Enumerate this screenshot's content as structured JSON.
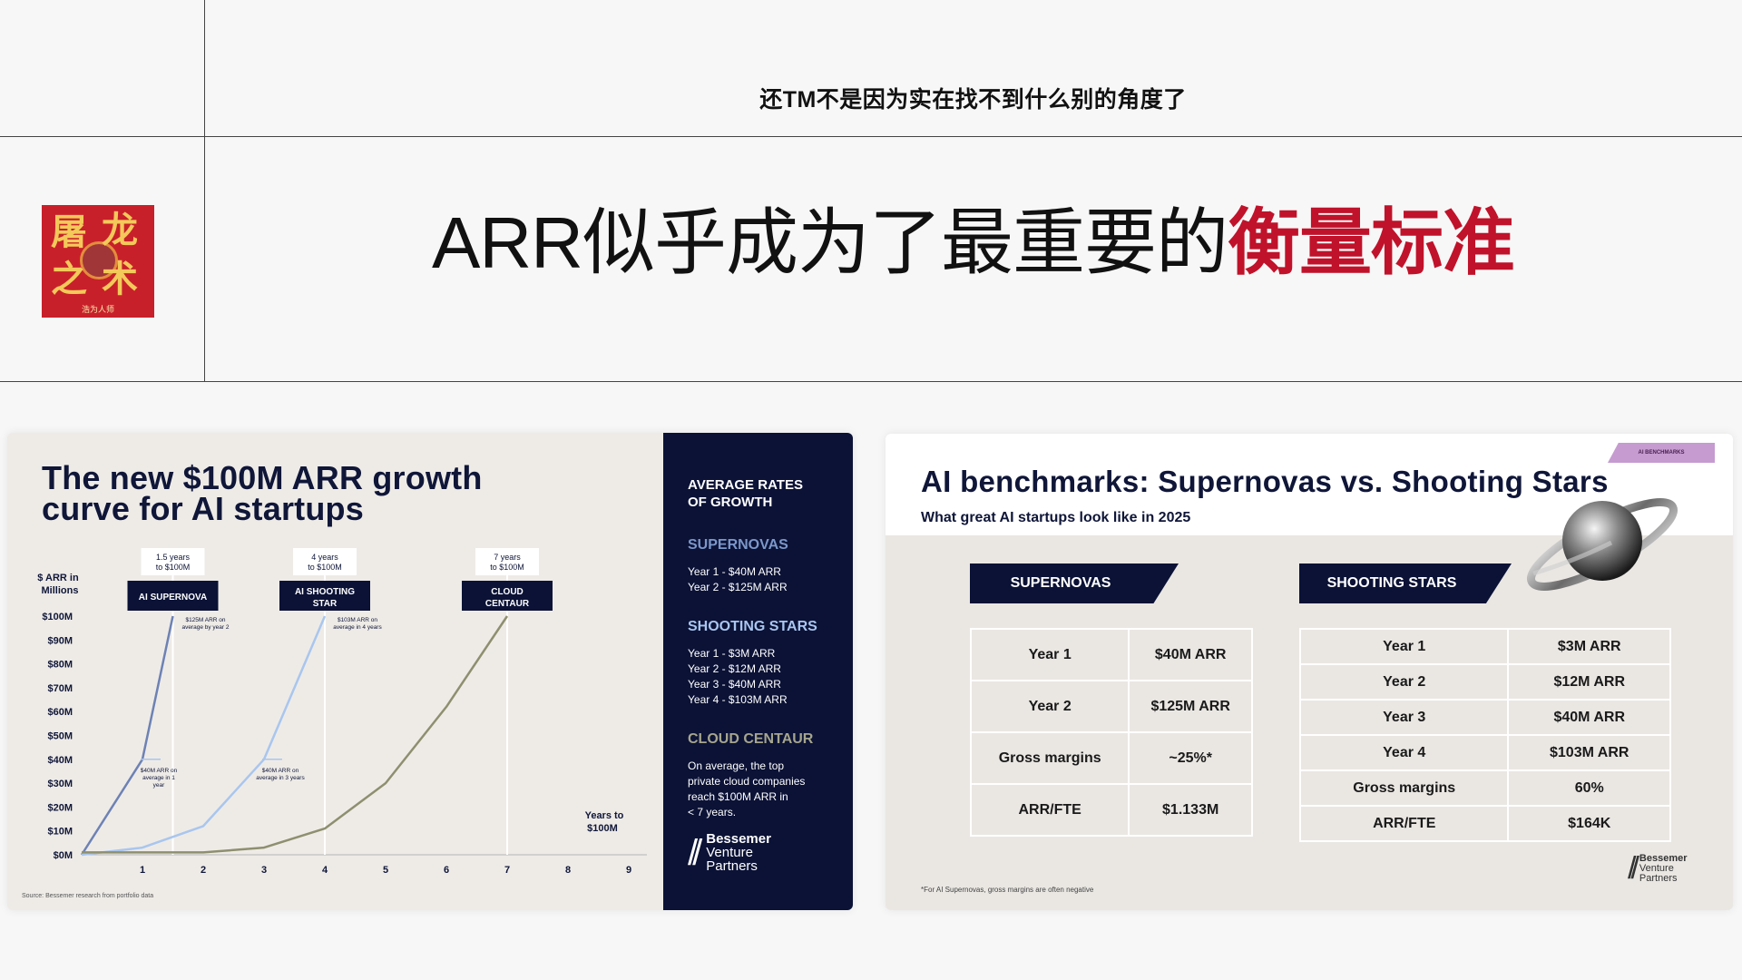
{
  "page": {
    "subtitle": "还TM不是因为实在找不到什么别的角度了",
    "headline_black": "ARR似乎成为了最重要的",
    "headline_red": "衡量标准",
    "logo": {
      "chars": [
        "屠",
        "龙",
        "之",
        "术"
      ],
      "caption": "浩为人师"
    }
  },
  "left_slide": {
    "title_line1": "The new $100M ARR growth",
    "title_line2": "curve for AI startups",
    "source": "Source: Bessemer research from portfolio data",
    "panel": {
      "heading_line1": "AVERAGE RATES",
      "heading_line2": "OF GROWTH",
      "supernovas": {
        "title": "SUPERNOVAS",
        "lines": [
          "Year 1 - $40M ARR",
          "Year 2 - $125M ARR"
        ]
      },
      "shooting_stars": {
        "title": "SHOOTING STARS",
        "lines": [
          "Year 1 - $3M ARR",
          "Year 2 - $12M ARR",
          "Year 3 - $40M ARR",
          "Year 4 - $103M ARR"
        ]
      },
      "cloud_centaur": {
        "title": "CLOUD CENTAUR",
        "lines": [
          "On average, the top",
          "private cloud companies",
          "reach $100M ARR in",
          "< 7 years."
        ]
      }
    },
    "logo_text": {
      "line1": "Bessemer",
      "line2": "Venture",
      "line3": "Partners"
    }
  },
  "chart_data": {
    "type": "line",
    "ylabel": "$ ARR in Millions",
    "xlabel": "Years to $100M",
    "ylim": [
      0,
      100
    ],
    "xlim": [
      0,
      9
    ],
    "y_ticks": [
      "$0M",
      "$10M",
      "$20M",
      "$30M",
      "$40M",
      "$50M",
      "$60M",
      "$70M",
      "$80M",
      "$90M",
      "$100M"
    ],
    "x_ticks": [
      "1",
      "2",
      "3",
      "4",
      "5",
      "6",
      "7",
      "8",
      "9"
    ],
    "series": [
      {
        "name": "AI SUPERNOVA",
        "color": "#6d82b4",
        "points": [
          [
            0,
            0
          ],
          [
            1,
            40
          ],
          [
            1.5,
            100
          ]
        ]
      },
      {
        "name": "AI SHOOTING STAR",
        "color": "#a9c6ee",
        "points": [
          [
            0,
            0
          ],
          [
            1,
            3
          ],
          [
            2,
            12
          ],
          [
            3,
            40
          ],
          [
            4,
            100
          ]
        ]
      },
      {
        "name": "CLOUD CENTAUR",
        "color": "#8e8f6f",
        "points": [
          [
            0,
            1
          ],
          [
            1,
            1
          ],
          [
            2,
            1
          ],
          [
            3,
            3
          ],
          [
            4,
            11
          ],
          [
            5,
            30
          ],
          [
            6,
            62
          ],
          [
            7,
            100
          ]
        ]
      }
    ],
    "milestones": [
      {
        "x": 1.5,
        "time": "1.5 years",
        "target": "to $100M",
        "label_line1": "AI SUPERNOVA",
        "label_line2": ""
      },
      {
        "x": 4,
        "time": "4 years",
        "target": "to $100M",
        "label_line1": "AI SHOOTING",
        "label_line2": "STAR"
      },
      {
        "x": 7,
        "time": "7 years",
        "target": "to $100M",
        "label_line1": "CLOUD",
        "label_line2": "CENTAUR"
      }
    ],
    "annotations": [
      {
        "x": 1.5,
        "y": 100,
        "line1": "$125M ARR on",
        "line2": "average by year 2",
        "line3": ""
      },
      {
        "x": 4,
        "y": 100,
        "line1": "$103M ARR on",
        "line2": "average in 4 years",
        "line3": ""
      },
      {
        "x": 1,
        "y": 40,
        "line1": "$40M ARR on",
        "line2": "average in 1",
        "line3": "year"
      },
      {
        "x": 3,
        "y": 40,
        "line1": "$40M ARR on",
        "line2": "average in 3 years",
        "line3": ""
      }
    ]
  },
  "right_slide": {
    "tag": "AI BENCHMARKS",
    "title": "AI benchmarks: Supernovas vs. Shooting Stars",
    "subtitle": "What great AI startups look like in 2025",
    "supernovas": {
      "header": "SUPERNOVAS",
      "rows": [
        [
          "Year 1",
          "$40M ARR"
        ],
        [
          "Year 2",
          "$125M ARR"
        ],
        [
          "Gross margins",
          "~25%*"
        ],
        [
          "ARR/FTE",
          "$1.133M"
        ]
      ]
    },
    "shooting_stars": {
      "header": "SHOOTING STARS",
      "rows": [
        [
          "Year 1",
          "$3M ARR"
        ],
        [
          "Year 2",
          "$12M ARR"
        ],
        [
          "Year 3",
          "$40M ARR"
        ],
        [
          "Year 4",
          "$103M ARR"
        ],
        [
          "Gross margins",
          "60%"
        ],
        [
          "ARR/FTE",
          "$164K"
        ]
      ]
    },
    "footnote": "*For AI Supernovas, gross margins are often negative",
    "logo_text": {
      "line1": "Bessemer",
      "line2": "Venture",
      "line3": "Partners"
    }
  },
  "colors": {
    "accent_red": "#c0122a",
    "navy": "#0b1236",
    "supernova": "#6d82b4",
    "shooting_star": "#a9c6ee",
    "centaur": "#8e8f6f"
  }
}
